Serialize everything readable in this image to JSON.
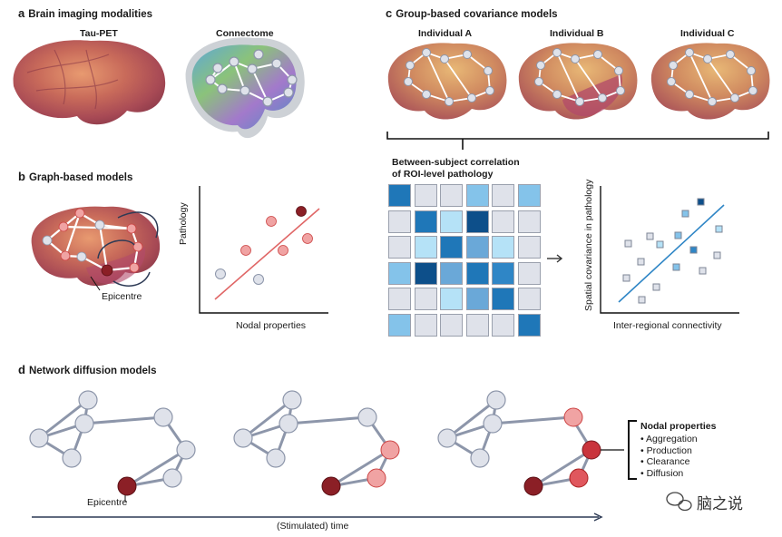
{
  "panels": {
    "a": {
      "letter": "a",
      "title": "Brain imaging modalities",
      "tau_label": "Tau-PET",
      "connectome_label": "Connectome"
    },
    "b": {
      "letter": "b",
      "title": "Graph-based models",
      "epicentre_label": "Epicentre",
      "ylabel": "Pathology",
      "xlabel": "Nodal properties"
    },
    "c": {
      "letter": "c",
      "title": "Group-based covariance models",
      "ind_a": "Individual A",
      "ind_b": "Individual B",
      "ind_c": "Individual C",
      "matrix_caption_1": "Between-subject correlation",
      "matrix_caption_2": "of ROI-level pathology",
      "ylabel": "Spatial covariance in pathology",
      "xlabel": "Inter-regional connectivity"
    },
    "d": {
      "letter": "d",
      "title": "Network diffusion models",
      "epicentre_label": "Epicentre",
      "time_label": "(Stimulated) time",
      "legend_title": "Nodal properties",
      "legend_items": [
        "Aggregation",
        "Production",
        "Clearance",
        "Diffusion"
      ]
    }
  },
  "watermark": "脑之说",
  "colors": {
    "red_dark": "#8b1f26",
    "red_light": "#f0a3a3",
    "node_grey": "#dfe2ea",
    "edge_grey": "#8d96aa",
    "blue_dark": "#0f5d9c",
    "blue_mid": "#2f86c6",
    "blue_light": "#a9d8f2",
    "line_red": "#e06666"
  },
  "matrix": [
    [
      "#1f77b8",
      "#dfe2ea",
      "#dfe2ea",
      "#84c3ea",
      "#dfe2ea",
      "#84c3ea"
    ],
    [
      "#dfe2ea",
      "#1f77b8",
      "#b5e2f7",
      "#0d4f8a",
      "#dfe2ea",
      "#dfe2ea"
    ],
    [
      "#dfe2ea",
      "#b5e2f7",
      "#1f77b8",
      "#6aa8d8",
      "#b5e2f7",
      "#dfe2ea"
    ],
    [
      "#84c3ea",
      "#0d4f8a",
      "#6aa8d8",
      "#1f77b8",
      "#2f86c6",
      "#dfe2ea"
    ],
    [
      "#dfe2ea",
      "#dfe2ea",
      "#b5e2f7",
      "#6aa8d8",
      "#1f77b8",
      "#dfe2ea"
    ],
    [
      "#84c3ea",
      "#dfe2ea",
      "#dfe2ea",
      "#dfe2ea",
      "#dfe2ea",
      "#1f77b8"
    ]
  ],
  "scatter_b_points": [
    {
      "color": "grey"
    },
    {
      "color": "grey"
    },
    {
      "color": "light"
    },
    {
      "color": "light"
    },
    {
      "color": "light"
    },
    {
      "color": "light"
    },
    {
      "color": "dark"
    }
  ]
}
